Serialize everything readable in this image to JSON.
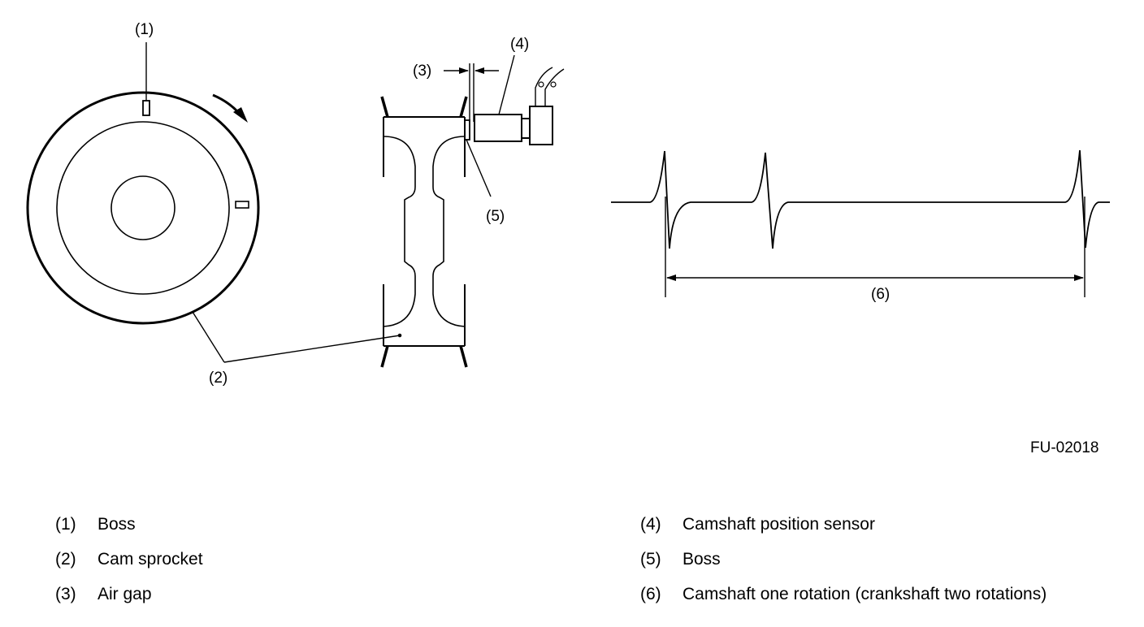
{
  "figure": {
    "id": "FU-02018",
    "callouts": {
      "c1": "(1)",
      "c2": "(2)",
      "c3": "(3)",
      "c4": "(4)",
      "c5": "(5)",
      "c6": "(6)"
    }
  },
  "legend": [
    {
      "num": "(1)",
      "text": "Boss"
    },
    {
      "num": "(2)",
      "text": "Cam sprocket"
    },
    {
      "num": "(3)",
      "text": "Air gap"
    },
    {
      "num": "(4)",
      "text": "Camshaft position sensor"
    },
    {
      "num": "(5)",
      "text": "Boss"
    },
    {
      "num": "(6)",
      "text": "Camshaft one rotation (crankshaft two rotations)"
    }
  ]
}
